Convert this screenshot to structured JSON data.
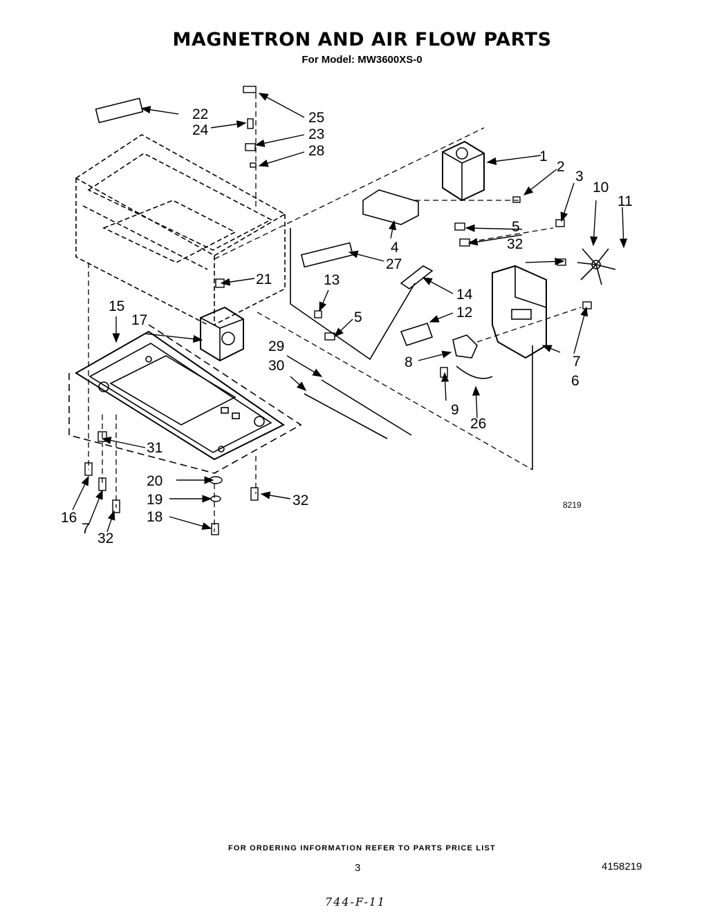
{
  "header": {
    "title": "MAGNETRON AND AIR FLOW PARTS",
    "subtitle": "For Model: MW3600XS-0"
  },
  "diagram": {
    "figure_code": "8219",
    "callouts": {
      "c1": "1",
      "c2": "2",
      "c3": "3",
      "c4": "4",
      "c5a": "5",
      "c5b": "5",
      "c6": "6",
      "c7a": "7",
      "c7b": "7",
      "c8": "8",
      "c9": "9",
      "c10": "10",
      "c11": "11",
      "c12": "12",
      "c13": "13",
      "c14": "14",
      "c15": "15",
      "c16": "16",
      "c17": "17",
      "c18": "18",
      "c19": "19",
      "c20": "20",
      "c21": "21",
      "c22": "22",
      "c23": "23",
      "c24": "24",
      "c25": "25",
      "c26": "26",
      "c27": "27",
      "c28": "28",
      "c29": "29",
      "c30": "30",
      "c31": "31",
      "c32a": "32",
      "c32b": "32",
      "c32c": "32"
    }
  },
  "footer": {
    "ordering_note": "FOR ORDERING INFORMATION REFER TO PARTS PRICE LIST",
    "page_number": "3",
    "document_number": "4158219",
    "handwritten_note": "744-F-11"
  }
}
